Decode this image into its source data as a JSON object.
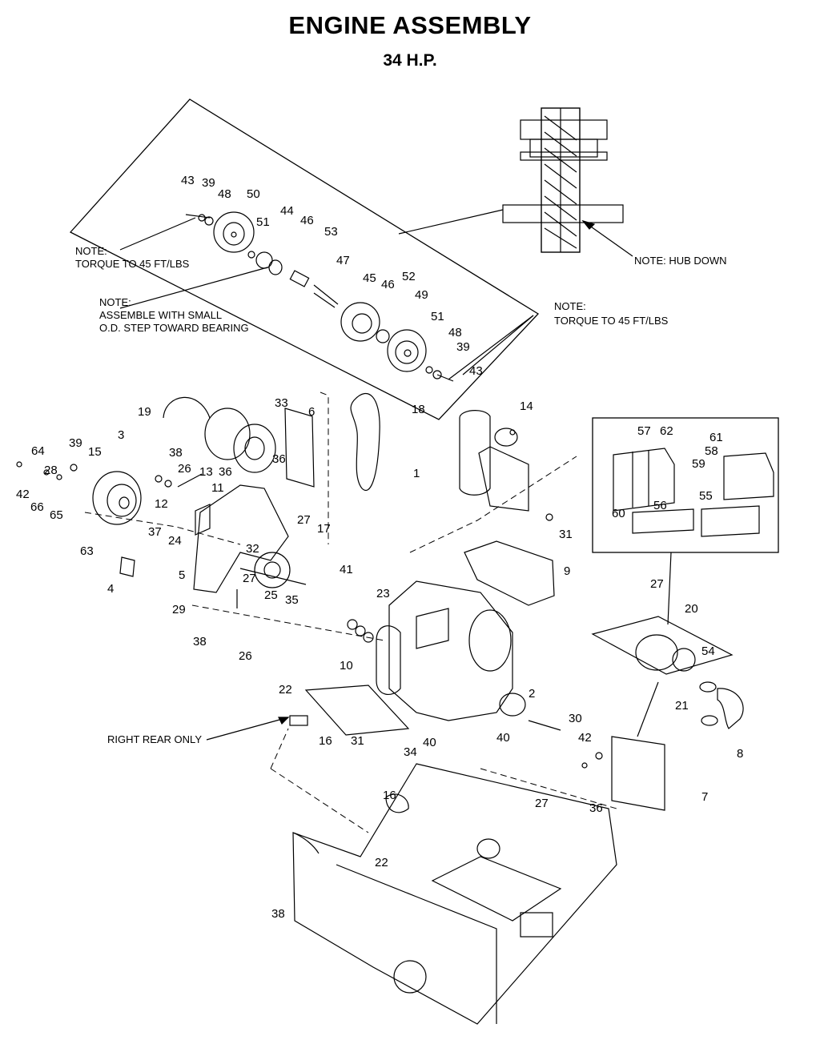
{
  "title": "ENGINE ASSEMBLY",
  "subtitle": "34 H.P.",
  "notes": {
    "torque_left": [
      "NOTE:",
      "TORQUE TO 45 FT/LBS"
    ],
    "assemble": [
      "NOTE:",
      "ASSEMBLE WITH SMALL",
      "O.D. STEP TOWARD BEARING"
    ],
    "torque_right": [
      "NOTE:",
      "TORQUE TO 45 FT/LBS"
    ],
    "hub_down": "NOTE: HUB DOWN",
    "right_rear": "RIGHT REAR ONLY"
  },
  "callouts": [
    "43",
    "39",
    "48",
    "50",
    "51",
    "44",
    "46",
    "53",
    "47",
    "45",
    "46",
    "52",
    "49",
    "51",
    "48",
    "39",
    "43",
    "19",
    "33",
    "6",
    "18",
    "14",
    "1",
    "31",
    "57",
    "62",
    "61",
    "58",
    "59",
    "60",
    "56",
    "55",
    "64",
    "39",
    "15",
    "3",
    "28",
    "42",
    "66",
    "65",
    "63",
    "4",
    "38",
    "26",
    "13",
    "36",
    "36",
    "12",
    "11",
    "24",
    "37",
    "27",
    "32",
    "17",
    "5",
    "29",
    "27",
    "25",
    "35",
    "41",
    "23",
    "9",
    "38",
    "26",
    "27",
    "20",
    "54",
    "21",
    "8",
    "10",
    "22",
    "16",
    "31",
    "34",
    "40",
    "2",
    "40",
    "30",
    "42",
    "36",
    "7",
    "16",
    "27",
    "22",
    "38"
  ]
}
